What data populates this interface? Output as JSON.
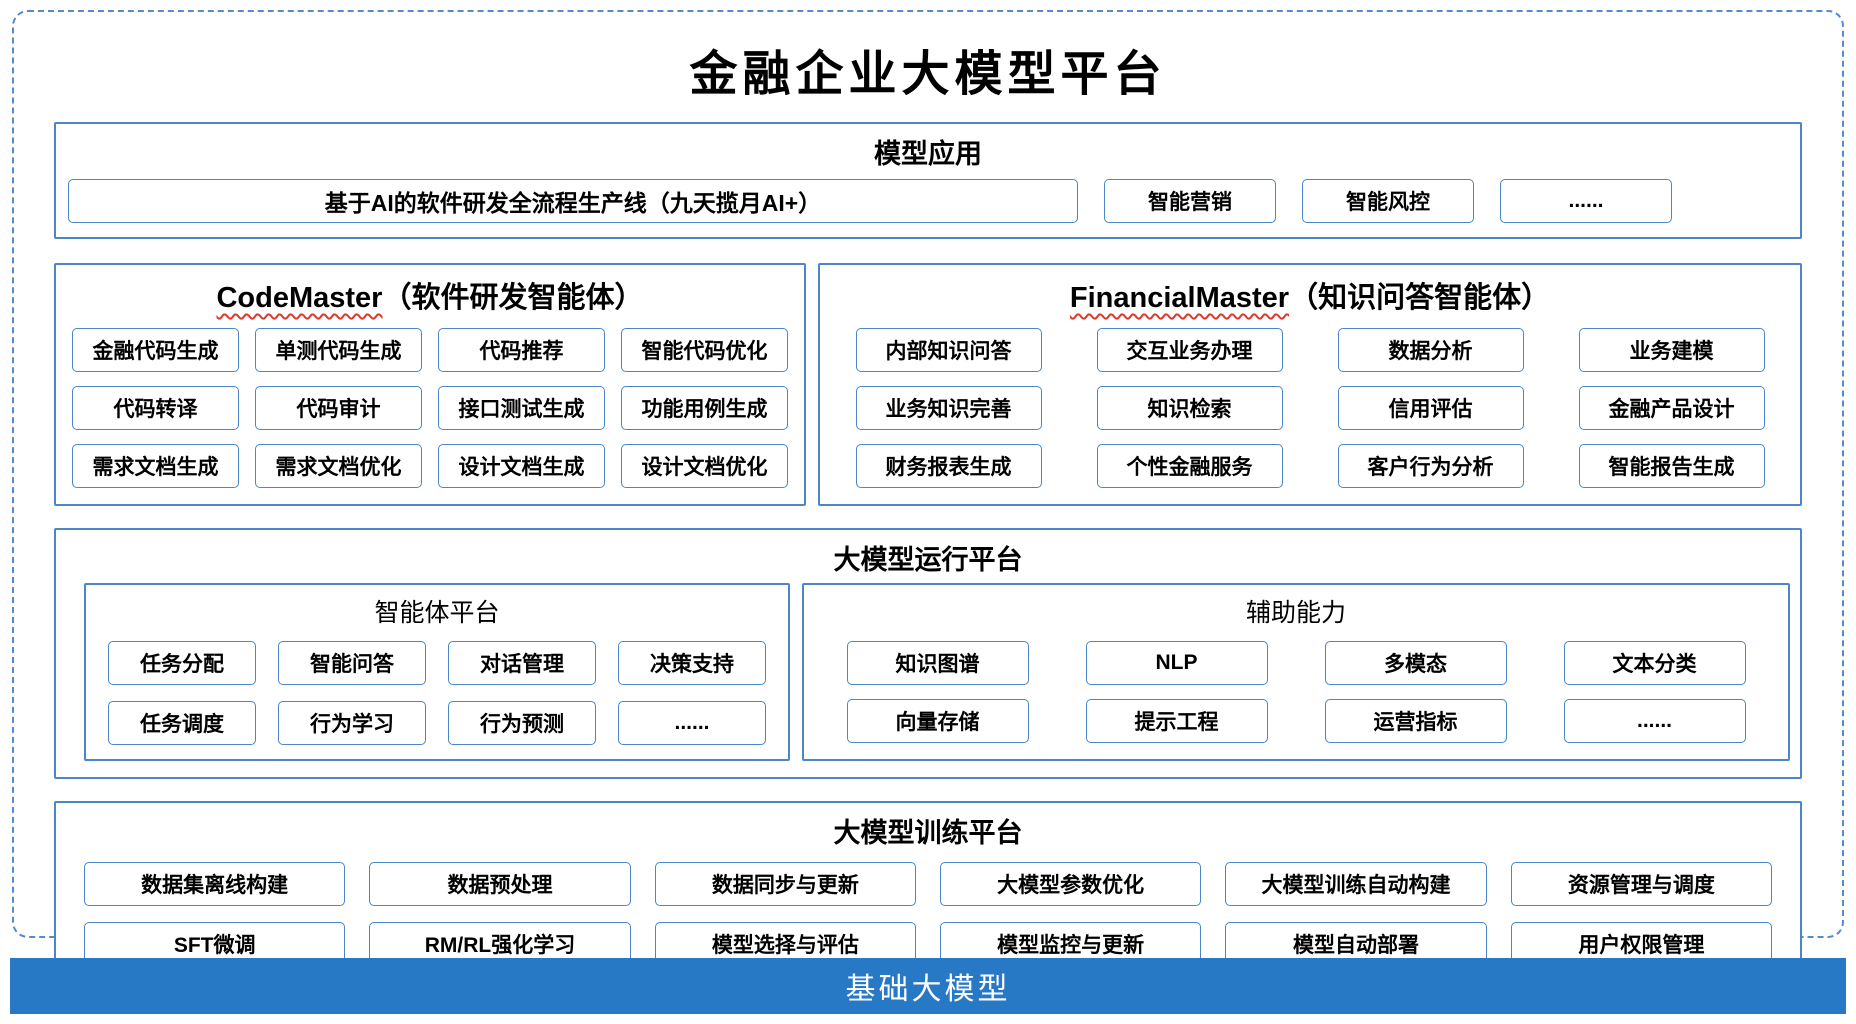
{
  "title": "金融企业大模型平台",
  "colors": {
    "border_blue": "#4a86c8",
    "bar_blue": "#2879c5",
    "underline_red": "#e0392b"
  },
  "app": {
    "header": "模型应用",
    "main_item": "基于AI的软件研发全流程生产线（九天揽月AI+）",
    "items": [
      "智能营销",
      "智能风控",
      "......"
    ]
  },
  "codemaster": {
    "title_en": "CodeMaster",
    "title_cn": "（软件研发智能体）",
    "items": [
      "金融代码生成",
      "单测代码生成",
      "代码推荐",
      "智能代码优化",
      "代码转译",
      "代码审计",
      "接口测试生成",
      "功能用例生成",
      "需求文档生成",
      "需求文档优化",
      "设计文档生成",
      "设计文档优化"
    ]
  },
  "financialmaster": {
    "title_en": "FinancialMaster",
    "title_cn": "（知识问答智能体）",
    "items": [
      "内部知识问答",
      "交互业务办理",
      "数据分析",
      "业务建模",
      "业务知识完善",
      "知识检索",
      "信用评估",
      "金融产品设计",
      "财务报表生成",
      "个性金融服务",
      "客户行为分析",
      "智能报告生成"
    ]
  },
  "runtime": {
    "header": "大模型运行平台",
    "agent_platform": {
      "header": "智能体平台",
      "items": [
        "任务分配",
        "智能问答",
        "对话管理",
        "决策支持",
        "任务调度",
        "行为学习",
        "行为预测",
        "......"
      ]
    },
    "aux_ability": {
      "header": "辅助能力",
      "items": [
        "知识图谱",
        "NLP",
        "多模态",
        "文本分类",
        "向量存储",
        "提示工程",
        "运营指标",
        "......"
      ]
    }
  },
  "training": {
    "header": "大模型训练平台",
    "items": [
      "数据集离线构建",
      "数据预处理",
      "数据同步与更新",
      "大模型参数优化",
      "大模型训练自动构建",
      "资源管理与调度",
      "SFT微调",
      "RM/RL强化学习",
      "模型选择与评估",
      "模型监控与更新",
      "模型自动部署",
      "用户权限管理"
    ]
  },
  "foundation": {
    "label": "基础大模型"
  }
}
